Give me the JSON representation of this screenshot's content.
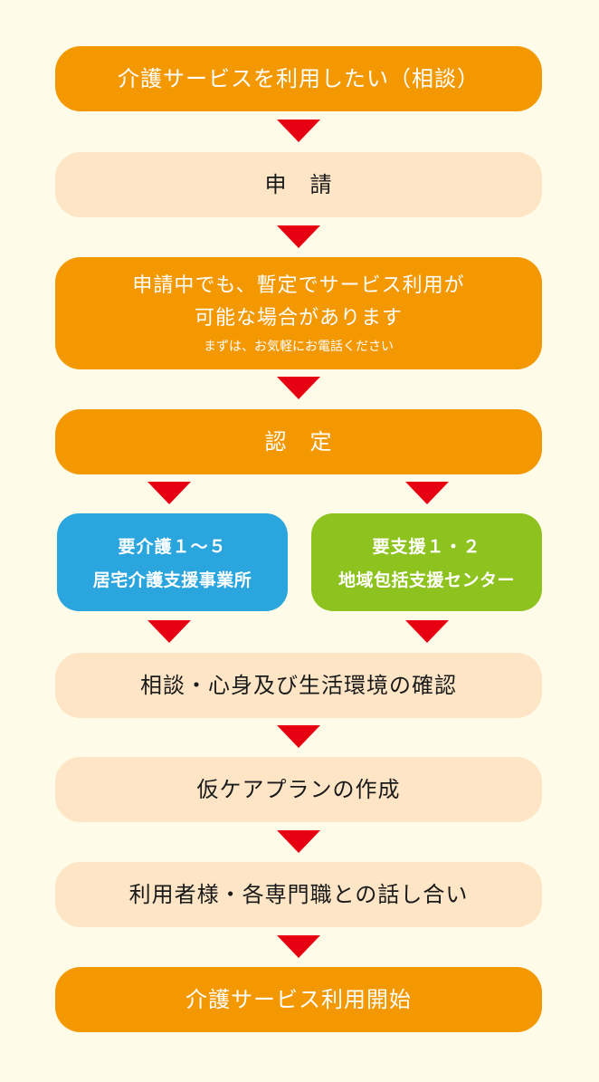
{
  "steps": {
    "consult": "介護サービスを利用したい（相談）",
    "apply": "申　請",
    "interim_line1": "申請中でも、暫定でサービス利用が",
    "interim_line2": "可能な場合があります",
    "interim_note": "まずは、お気軽にお電話ください",
    "certify": "認　定",
    "care_line1": "要介護１～５",
    "care_line2": "居宅介護支援事業所",
    "support_line1": "要支援１・２",
    "support_line2": "地域包括支援センター",
    "confirm": "相談・心身及び生活環境の確認",
    "plan": "仮ケアプランの作成",
    "discuss": "利用者様・各専門職との話し合い",
    "start": "介護サービス利用開始"
  },
  "colors": {
    "background": "#fefbe8",
    "orange": "#f39800",
    "cream": "#fde5c6",
    "blue": "#2aa5de",
    "green": "#8ec31f",
    "arrow": "#e60012"
  }
}
